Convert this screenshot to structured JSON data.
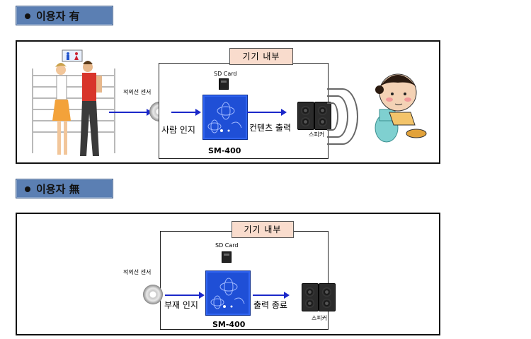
{
  "section1": {
    "header": "이용자 有",
    "device_box_title": "기기 내부",
    "sd_card_label": "SD Card",
    "sensor_label": "적외선 센서",
    "detect_label": "사람 인지",
    "board_label": "SM-400",
    "output_label": "컨텐츠 출력",
    "speaker_label": "스피커"
  },
  "section2": {
    "header": "이용자 無",
    "device_box_title": "기기 내부",
    "sd_card_label": "SD Card",
    "sensor_label": "적외선 센서",
    "detect_label": "부재 인지",
    "board_label": "SM-400",
    "output_label": "출력 종료",
    "speaker_label": "스피커"
  },
  "colors": {
    "header_bg": "#5b7fb3",
    "arrow": "#1b28c9",
    "board": "#1f4fd6",
    "device_title_bg": "#f9dccd"
  }
}
